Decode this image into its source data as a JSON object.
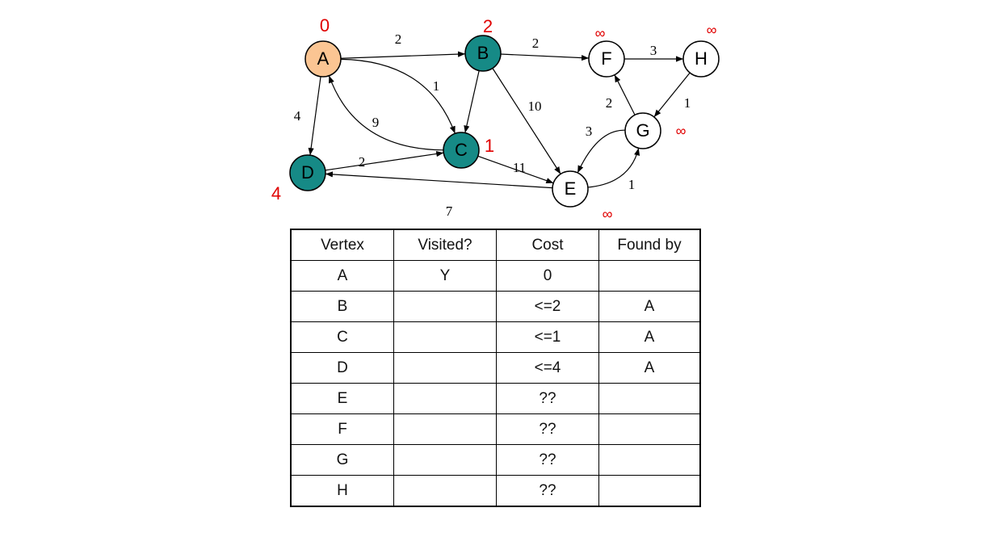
{
  "graph": {
    "colors": {
      "start": "#fbc593",
      "found": "#168a86",
      "unvisited": "#ffffff",
      "cost_text": "#e00000"
    },
    "nodes": [
      {
        "id": "A",
        "label": "A",
        "state": "start",
        "cost_label": "0"
      },
      {
        "id": "B",
        "label": "B",
        "state": "found",
        "cost_label": "2"
      },
      {
        "id": "C",
        "label": "C",
        "state": "found",
        "cost_label": "1"
      },
      {
        "id": "D",
        "label": "D",
        "state": "found",
        "cost_label": "4"
      },
      {
        "id": "E",
        "label": "E",
        "state": "unvisited",
        "cost_label": "∞"
      },
      {
        "id": "F",
        "label": "F",
        "state": "unvisited",
        "cost_label": "∞"
      },
      {
        "id": "G",
        "label": "G",
        "state": "unvisited",
        "cost_label": "∞"
      },
      {
        "id": "H",
        "label": "H",
        "state": "unvisited",
        "cost_label": "∞"
      }
    ],
    "edges": [
      {
        "from": "A",
        "to": "B",
        "weight": "2"
      },
      {
        "from": "A",
        "to": "C",
        "weight": "1"
      },
      {
        "from": "A",
        "to": "D",
        "weight": "4"
      },
      {
        "from": "C",
        "to": "A",
        "weight": "9"
      },
      {
        "from": "B",
        "to": "C",
        "weight": ""
      },
      {
        "from": "B",
        "to": "F",
        "weight": "2"
      },
      {
        "from": "B",
        "to": "E",
        "weight": "10"
      },
      {
        "from": "D",
        "to": "C",
        "weight": "2"
      },
      {
        "from": "C",
        "to": "E",
        "weight": "11"
      },
      {
        "from": "E",
        "to": "D",
        "weight": "7"
      },
      {
        "from": "E",
        "to": "G",
        "weight": "1"
      },
      {
        "from": "G",
        "to": "E",
        "weight": "3"
      },
      {
        "from": "G",
        "to": "F",
        "weight": "2"
      },
      {
        "from": "F",
        "to": "H",
        "weight": "3"
      },
      {
        "from": "H",
        "to": "G",
        "weight": "1"
      }
    ]
  },
  "table": {
    "headers": [
      "Vertex",
      "Visited?",
      "Cost",
      "Found by"
    ],
    "rows": [
      [
        "A",
        "Y",
        "0",
        ""
      ],
      [
        "B",
        "",
        "<=2",
        "A"
      ],
      [
        "C",
        "",
        "<=1",
        "A"
      ],
      [
        "D",
        "",
        "<=4",
        "A"
      ],
      [
        "E",
        "",
        "??",
        ""
      ],
      [
        "F",
        "",
        "??",
        ""
      ],
      [
        "G",
        "",
        "??",
        ""
      ],
      [
        "H",
        "",
        "??",
        ""
      ]
    ]
  }
}
